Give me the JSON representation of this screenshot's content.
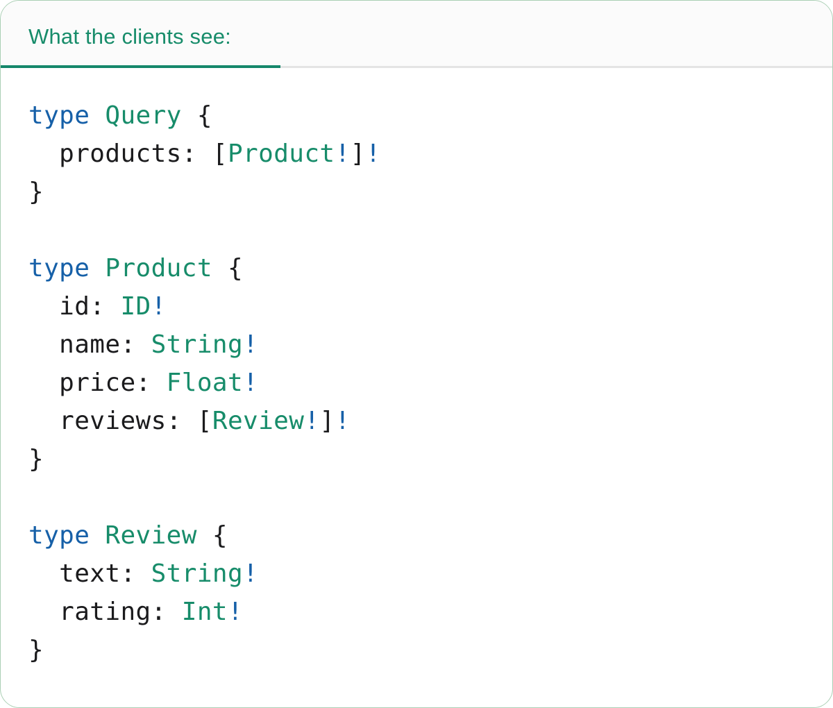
{
  "header": {
    "tab_label": "What the clients see:"
  },
  "colors": {
    "accent_teal": "#15876B",
    "keyword_blue": "#1660A8",
    "type_green": "#178C6A",
    "code_text": "#1B1B1D",
    "divider_gray": "#E4E4E4",
    "header_bg": "#FBFBFB",
    "panel_border": "#AACFB4",
    "panel_bg": "#FFFFFF"
  },
  "code": {
    "language": "graphql",
    "lines": [
      [
        {
          "t": "kw",
          "v": "type"
        },
        {
          "t": "plain",
          "v": " "
        },
        {
          "t": "type",
          "v": "Query"
        },
        {
          "t": "plain",
          "v": " {"
        }
      ],
      [
        {
          "t": "plain",
          "v": "  products: ["
        },
        {
          "t": "type",
          "v": "Product"
        },
        {
          "t": "bang",
          "v": "!"
        },
        {
          "t": "plain",
          "v": "]"
        },
        {
          "t": "bang",
          "v": "!"
        }
      ],
      [
        {
          "t": "plain",
          "v": "}"
        }
      ],
      [],
      [
        {
          "t": "kw",
          "v": "type"
        },
        {
          "t": "plain",
          "v": " "
        },
        {
          "t": "type",
          "v": "Product"
        },
        {
          "t": "plain",
          "v": " {"
        }
      ],
      [
        {
          "t": "plain",
          "v": "  id: "
        },
        {
          "t": "type",
          "v": "ID"
        },
        {
          "t": "bang",
          "v": "!"
        }
      ],
      [
        {
          "t": "plain",
          "v": "  name: "
        },
        {
          "t": "type",
          "v": "String"
        },
        {
          "t": "bang",
          "v": "!"
        }
      ],
      [
        {
          "t": "plain",
          "v": "  price: "
        },
        {
          "t": "type",
          "v": "Float"
        },
        {
          "t": "bang",
          "v": "!"
        }
      ],
      [
        {
          "t": "plain",
          "v": "  reviews: ["
        },
        {
          "t": "type",
          "v": "Review"
        },
        {
          "t": "bang",
          "v": "!"
        },
        {
          "t": "plain",
          "v": "]"
        },
        {
          "t": "bang",
          "v": "!"
        }
      ],
      [
        {
          "t": "plain",
          "v": "}"
        }
      ],
      [],
      [
        {
          "t": "kw",
          "v": "type"
        },
        {
          "t": "plain",
          "v": " "
        },
        {
          "t": "type",
          "v": "Review"
        },
        {
          "t": "plain",
          "v": " {"
        }
      ],
      [
        {
          "t": "plain",
          "v": "  text: "
        },
        {
          "t": "type",
          "v": "String"
        },
        {
          "t": "bang",
          "v": "!"
        }
      ],
      [
        {
          "t": "plain",
          "v": "  rating: "
        },
        {
          "t": "type",
          "v": "Int"
        },
        {
          "t": "bang",
          "v": "!"
        }
      ],
      [
        {
          "t": "plain",
          "v": "}"
        }
      ]
    ]
  }
}
